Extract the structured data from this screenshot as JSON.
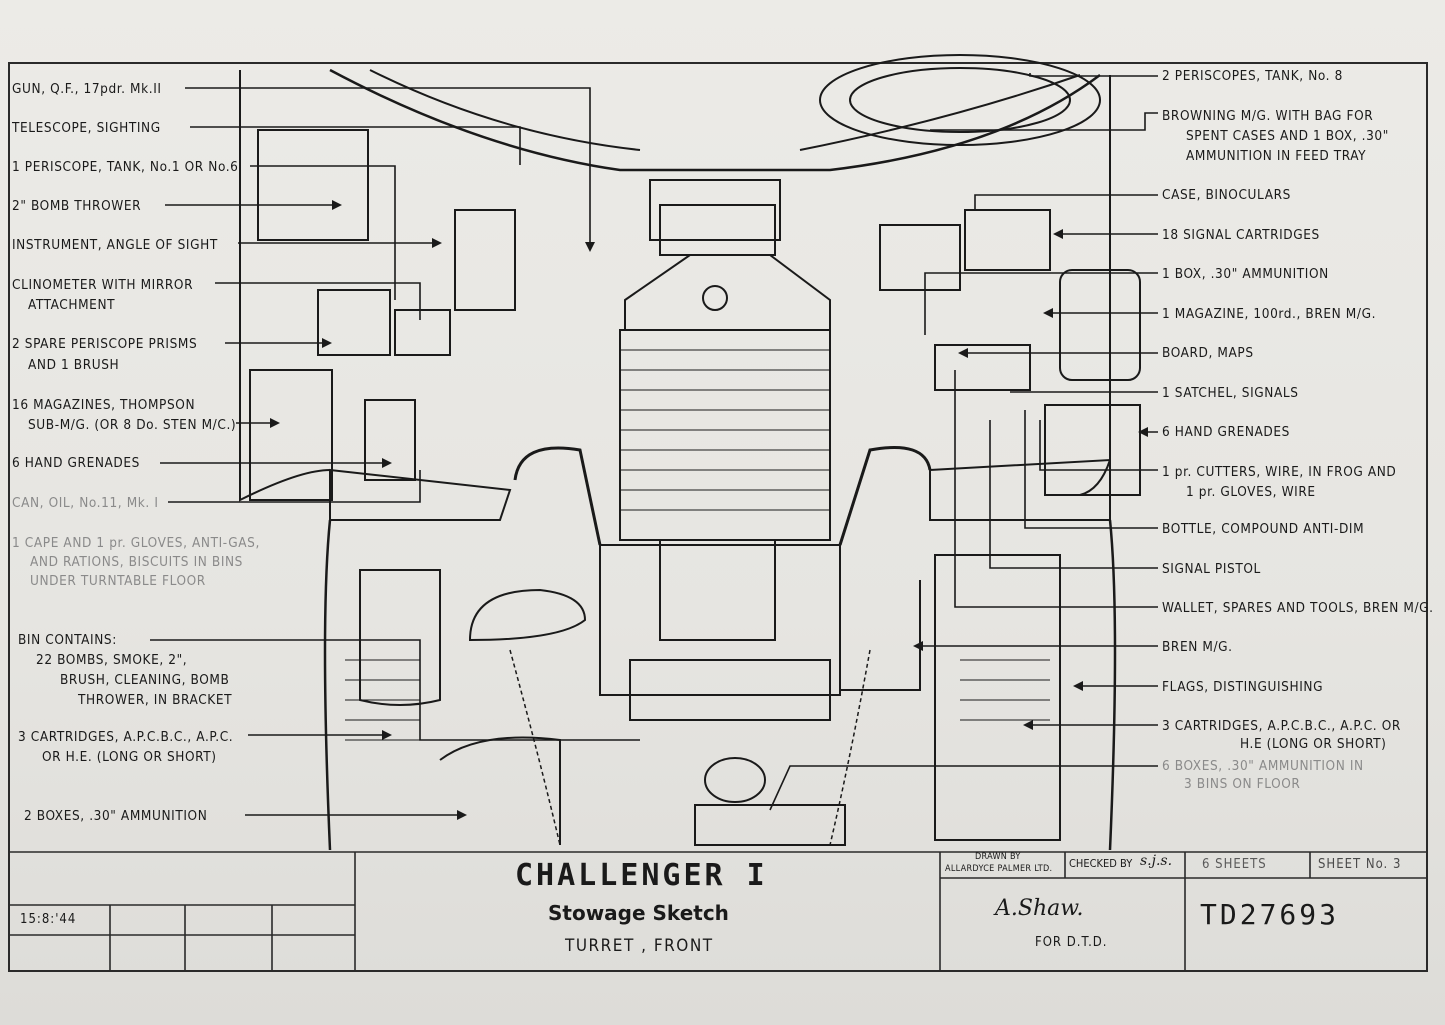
{
  "left_labels": [
    {
      "text": "GUN, Q.F., 17pdr. Mk.II"
    },
    {
      "text": "TELESCOPE, SIGHTING"
    },
    {
      "text": "1 PERISCOPE, TANK, No.1 OR No.6"
    },
    {
      "text": "2\" BOMB THROWER"
    },
    {
      "text": "INSTRUMENT, ANGLE OF SIGHT"
    },
    {
      "text": "CLINOMETER WITH MIRROR"
    },
    {
      "text": "ATTACHMENT"
    },
    {
      "text": "2 SPARE PERISCOPE PRISMS"
    },
    {
      "text": "AND 1 BRUSH"
    },
    {
      "text": "16 MAGAZINES, THOMPSON"
    },
    {
      "text": "SUB-M/G. (OR 8 Do. STEN M/C.)"
    },
    {
      "text": "6 HAND GRENADES"
    },
    {
      "text": "CAN, OIL, No.11, Mk. I"
    },
    {
      "text": "1 CAPE AND 1 pr. GLOVES, ANTI-GAS,"
    },
    {
      "text": "AND RATIONS, BISCUITS IN BINS"
    },
    {
      "text": "UNDER TURNTABLE FLOOR"
    },
    {
      "text": "BIN CONTAINS:"
    },
    {
      "text": "22   BOMBS, SMOKE, 2\","
    },
    {
      "text": "BRUSH, CLEANING, BOMB"
    },
    {
      "text": "THROWER, IN BRACKET"
    },
    {
      "text": "3 CARTRIDGES, A.P.C.B.C., A.P.C."
    },
    {
      "text": "OR H.E. (LONG OR SHORT)"
    },
    {
      "text": "2 BOXES, .30\" AMMUNITION"
    }
  ],
  "right_labels": [
    {
      "text": "2 PERISCOPES, TANK, No. 8"
    },
    {
      "text": "BROWNING M/G. WITH BAG FOR"
    },
    {
      "text": "SPENT CASES AND 1 BOX, .30\""
    },
    {
      "text": "AMMUNITION IN FEED TRAY"
    },
    {
      "text": "CASE, BINOCULARS"
    },
    {
      "text": "18 SIGNAL CARTRIDGES"
    },
    {
      "text": "1 BOX, .30\" AMMUNITION"
    },
    {
      "text": "1 MAGAZINE, 100rd., BREN M/G."
    },
    {
      "text": "BOARD, MAPS"
    },
    {
      "text": "1 SATCHEL, SIGNALS"
    },
    {
      "text": "6 HAND GRENADES"
    },
    {
      "text": "1 pr. CUTTERS, WIRE, IN FROG AND"
    },
    {
      "text": "1 pr. GLOVES, WIRE"
    },
    {
      "text": "BOTTLE, COMPOUND ANTI-DIM"
    },
    {
      "text": "SIGNAL PISTOL"
    },
    {
      "text": "WALLET, SPARES AND TOOLS, BREN M/G."
    },
    {
      "text": "BREN M/G."
    },
    {
      "text": "FLAGS, DISTINGUISHING"
    },
    {
      "text": "3 CARTRIDGES, A.P.C.B.C., A.P.C. OR"
    },
    {
      "text": "H.E (LONG OR SHORT)"
    },
    {
      "text": "6 BOXES, .30\" AMMUNITION IN"
    },
    {
      "text": "3 BINS ON FLOOR"
    }
  ],
  "title_block": {
    "date": "15:8:'44",
    "title": "CHALLENGER I",
    "subtitle": "Stowage Sketch",
    "view": "TURRET , FRONT",
    "drawn_by_label": "DRAWN BY",
    "drawn_by": "ALLARDYCE PALMER LTD.",
    "checked_by": "CHECKED BY",
    "checked_initials": "s.j.s.",
    "sheets": "6  SHEETS",
    "sheet_no": "SHEET No. 3",
    "signature": "A.Shaw.",
    "for": "FOR D.T.D.",
    "drawing_number": "TD27693"
  },
  "colors": {
    "ink": "#1a1a1a",
    "paper": "#ecebe7",
    "faded": "#8a8a8a"
  }
}
